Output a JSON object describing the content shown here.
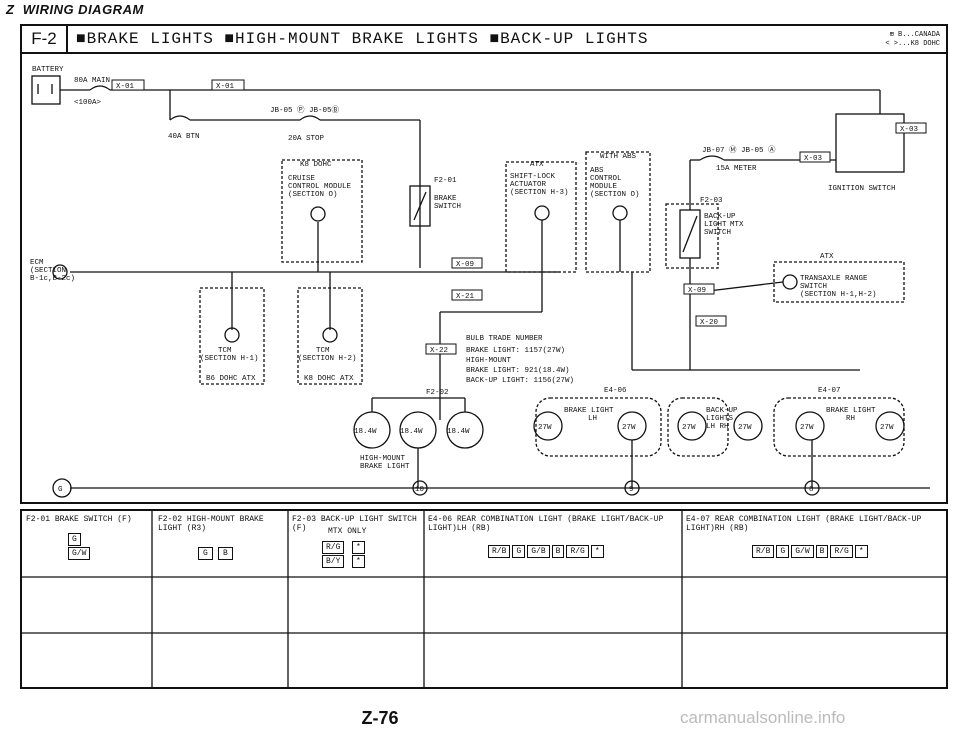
{
  "header": {
    "title": "WIRING DIAGRAM",
    "letter": "Z"
  },
  "title_bar": {
    "code": "F-2",
    "text": "■BRAKE LIGHTS ■HIGH-MOUNT BRAKE LIGHTS ■BACK-UP LIGHTS",
    "legend_1": "⊞ B...CANADA",
    "legend_2": "< >...K8 DOHC"
  },
  "diagram": {
    "battery": "BATTERY",
    "x01a": "X-01",
    "x01b": "X-01",
    "main_fuse": "80A MAIN",
    "main_fuse_2": "<100A>",
    "btn_fuse": "40A BTN",
    "jb05": "JB-05 Ⓟ  JB-05Ⓑ",
    "stop_fuse": "20A STOP",
    "k8_dohc": "K8 DOHC",
    "cruise": [
      "CRUISE",
      "CONTROL MODULE",
      "(SECTION O)"
    ],
    "brake_switch": [
      "BRAKE",
      "SWITCH"
    ],
    "f201": "F2-01",
    "atx": "ATX",
    "shift_lock": [
      "SHIFT-LOCK",
      "ACTUATOR",
      "(SECTION H-3)"
    ],
    "with_abs": "WITH ABS",
    "abs": [
      "ABS",
      "CONTROL",
      "MODULE",
      "(SECTION O)"
    ],
    "jb07": "JB-07 Ⓜ JB-05 Ⓐ",
    "meter": "15A METER",
    "f203": "F2-03",
    "backup": [
      "BACK-UP",
      "LIGHT",
      "SWITCH"
    ],
    "mtx": "MTX",
    "x03": "X-03",
    "ignition": "IGNITION SWITCH",
    "tr_switch": [
      "TRANSAXLE RANGE",
      "SWITCH",
      "(SECTION H-1,H-2)"
    ],
    "ecm": [
      "ECM",
      "(SECTION",
      "B-1c,B-2c)"
    ],
    "tcm1": [
      "TCM",
      "(SECTION H-1)"
    ],
    "tcm2": [
      "TCM",
      "(SECTION H-2)"
    ],
    "b6": "B6 DOHC ATX",
    "k8atx": "K8 DOHC ATX",
    "x09": "X-09",
    "x21": "X-21",
    "x22": "X-22",
    "x20": "X-20",
    "bulb": [
      "BULB TRADE NUMBER",
      "BRAKE LIGHT:   1157(27W)",
      "HIGH-MOUNT",
      "BRAKE LIGHT:  921(18.4W)",
      "BACK-UP LIGHT: 1156(27W)"
    ],
    "f202": "F2-02",
    "hm_brake": [
      "HIGH-MOUNT",
      "BRAKE LIGHT"
    ],
    "lh_label": [
      "BRAKE LIGHT",
      "LH"
    ],
    "rh_label": [
      "BRAKE LIGHT",
      "RH"
    ],
    "backup_lights": [
      "BACK-UP",
      "LIGHTS",
      "LH   RH"
    ],
    "e406": "E4-06",
    "e407": "E4-07",
    "w184": "18.4W",
    "w27": "27W",
    "ground_10": "10",
    "ground_9": "9",
    "ground_8": "8",
    "g_label": "G"
  },
  "connectors": [
    {
      "id": "F2-01",
      "name": "BRAKE SWITCH",
      "suffix": "(F)"
    },
    {
      "id": "F2-02",
      "name": "HIGH-MOUNT BRAKE LIGHT (R3)",
      "suffix": ""
    },
    {
      "id": "F2-03",
      "name": "BACK-UP LIGHT SWITCH",
      "suffix": "(F)",
      "note": "MTX ONLY"
    },
    {
      "id": "E4-06",
      "name": "REAR COMBINATION LIGHT (BRAKE LIGHT/BACK-UP LIGHT)LH",
      "suffix": "(RB)"
    },
    {
      "id": "E4-07",
      "name": "REAR COMBINATION LIGHT (BRAKE LIGHT/BACK-UP LIGHT)RH",
      "suffix": "(RB)"
    }
  ],
  "pins": {
    "f201": [
      "G",
      "G/W"
    ],
    "f202": [
      "G",
      "B"
    ],
    "f203": [
      "R/G",
      "*",
      "B/Y",
      "*"
    ],
    "e406": [
      "R/B",
      "G",
      "G/B",
      "B",
      "R/G",
      "*"
    ],
    "e407": [
      "R/B",
      "G",
      "G/W",
      "B",
      "R/G",
      "*"
    ]
  },
  "footer": {
    "page": "Z-76",
    "watermark": "carmanualsonline.info"
  }
}
